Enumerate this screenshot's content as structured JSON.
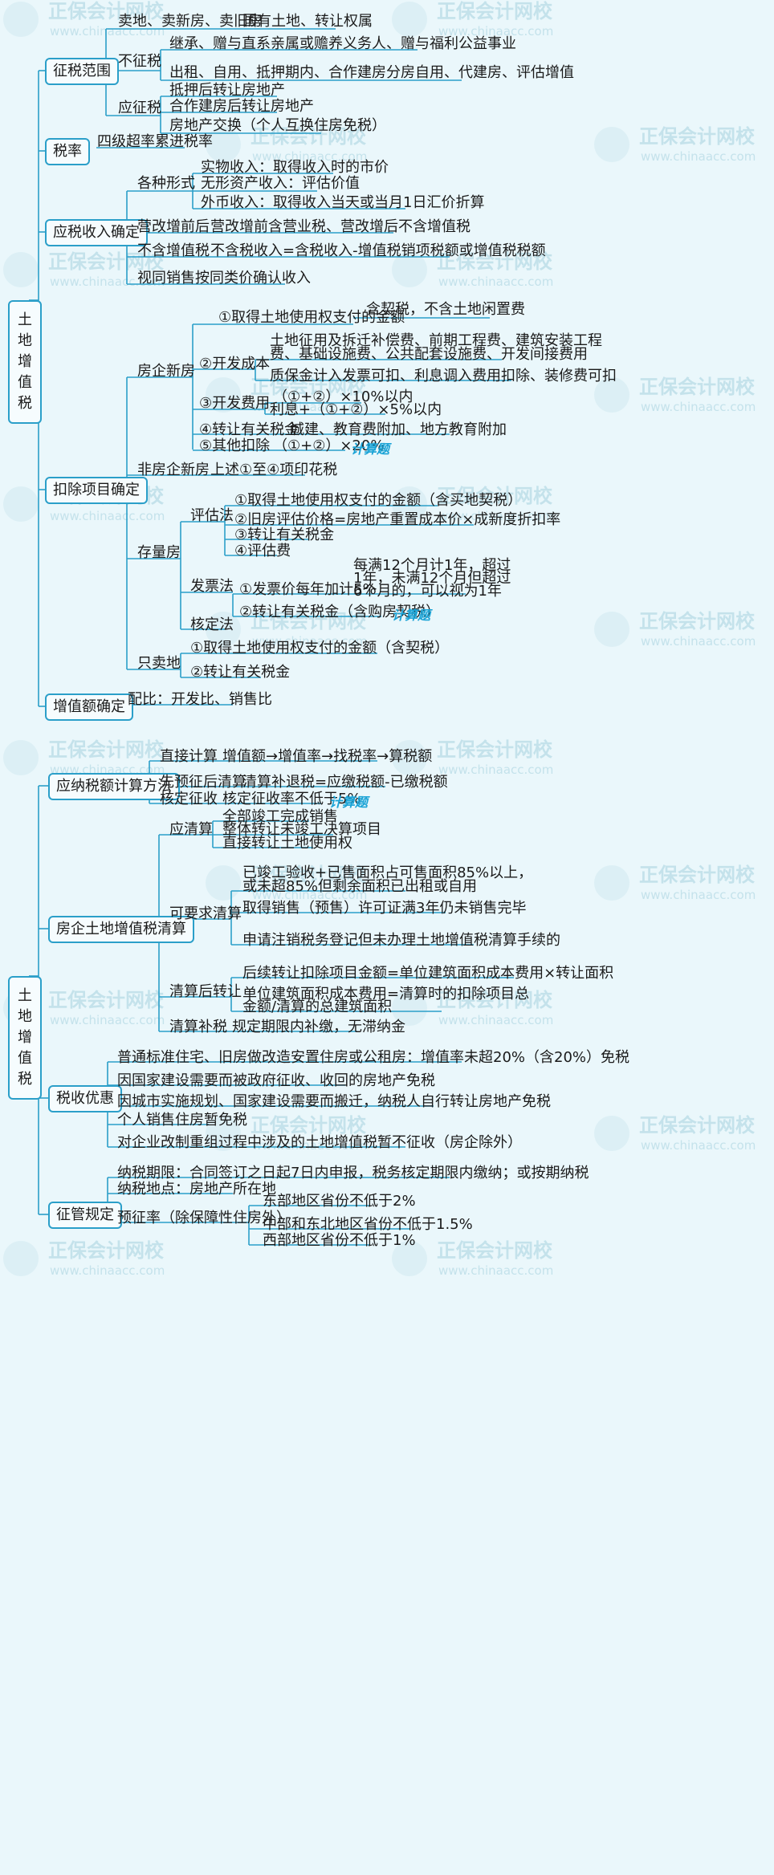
{
  "watermark": {
    "name": "正保会计网校",
    "url": "www.chinaacc.com"
  },
  "tags": {
    "calc": "计算题"
  },
  "part1": {
    "root": "土地增值税",
    "scope": {
      "label": "征税范围",
      "top": {
        "a": "卖地、卖新房、卖旧房",
        "b": "国有土地、转让权属"
      },
      "no_tax": {
        "label": "不征税",
        "items": [
          "继承、赠与直系亲属或赡养义务人、赠与福利公益事业",
          "出租、自用、抵押期内、合作建房分房自用、代建房、评估增值"
        ]
      },
      "tax": {
        "label": "应征税",
        "items": [
          "抵押后转让房地产",
          "合作建房后转让房地产",
          "房地产交换（个人互换住房免税）"
        ]
      }
    },
    "rate": {
      "label": "税率",
      "value": "四级超率累进税率"
    },
    "income": {
      "label": "应税收入确定",
      "forms": {
        "label": "各种形式",
        "items": [
          "实物收入：取得收入时的市价",
          "无形资产收入：评估价值",
          "外币收入：取得收入当天或当月1日汇价折算"
        ]
      },
      "vat_change": {
        "label": "营改增前后",
        "value": "营改增前含营业税、营改增后不含增值税"
      },
      "no_vat": {
        "label": "不含增值税",
        "value": "不含税收入=含税收入-增值税销项税额或增值税税额"
      },
      "deemed": "视同销售按同类价确认收入"
    },
    "deduct": {
      "label": "扣除项目确定",
      "new_dev": {
        "label": "房企新房",
        "land": {
          "label": "①取得土地使用权支付的金额",
          "note": "含契税，不含土地闲置费"
        },
        "cost": {
          "label": "②开发成本",
          "line1": "土地征用及拆迁补偿费、前期工程费、建筑安装工程",
          "line2": "费、基础设施费、公共配套设施费、开发间接费用",
          "line3": "质保金计入发票可扣、利息调入费用扣除、装修费可扣"
        },
        "fee": {
          "label": "③开发费用",
          "a": "（①+②）×10%以内",
          "b": "利息+（①+②）×5%以内"
        },
        "tax": {
          "label": "④转让有关税金",
          "value": "城建、教育费附加、地方教育附加"
        },
        "other": {
          "label": "⑤其他扣除",
          "value": "（①+②）×20%"
        }
      },
      "non_dev": {
        "label": "非房企新房",
        "value": "上述①至④项印花税"
      },
      "stock": {
        "label": "存量房",
        "eval": {
          "label": "评估法",
          "items": [
            "①取得土地使用权支付的金额（含买地契税）",
            "②旧房评估价格=房地产重置成本价×成新度折扣率",
            "③转让有关税金",
            "④评估费"
          ]
        },
        "invoice": {
          "label": "发票法",
          "a": "①发票价每年加计5%",
          "note": [
            "每满12个月计1年，超过",
            "1年，未满12个月但超过",
            "6个月的，可以视为1年"
          ],
          "b": "②转让有关税金（含购房契税）"
        },
        "assess": {
          "label": "核定法"
        }
      },
      "land_only": {
        "label": "只卖地",
        "items": [
          "①取得土地使用权支付的金额（含契税）",
          "②转让有关税金"
        ]
      }
    },
    "increment": {
      "label": "增值额确定",
      "value": "配比：开发比、销售比"
    }
  },
  "part2": {
    "root": "土地增值税",
    "calc": {
      "label": "应纳税额计算方法",
      "direct": {
        "label": "直接计算",
        "value": "增值额→增值率→找税率→算税额"
      },
      "prepay": {
        "label": "先预征后清算",
        "value": "清算补退税=应缴税额-已缴税额"
      },
      "assess": {
        "label": "核定征收",
        "value": "核定征收率不低于5%"
      }
    },
    "settle": {
      "label": "房企土地增值税清算",
      "must": {
        "label": "应清算",
        "items": [
          "全部竣工完成销售",
          "整体转让未竣工决算项目",
          "直接转让土地使用权"
        ]
      },
      "may": {
        "label": "可要求清算",
        "a1": "已竣工验收+已售面积占可售面积85%以上，",
        "a2": "或未超85%但剩余面积已出租或自用",
        "b": "取得销售（预售）许可证满3年仍未销售完毕",
        "c": "申请注销税务登记但未办理土地增值税清算手续的"
      },
      "after": {
        "label": "清算后转让",
        "a": "后续转让扣除项目金额=单位建筑面积成本费用×转让面积",
        "b1": "单位建筑面积成本费用=清算时的扣除项目总",
        "b2": "金额/清算的总建筑面积"
      },
      "supplement": {
        "label": "清算补税",
        "value": "规定期限内补缴，无滞纳金"
      }
    },
    "relief": {
      "label": "税收优惠",
      "items": [
        "普通标准住宅、旧房做改造安置住房或公租房：增值率未超20%（含20%）免税",
        "因国家建设需要而被政府征收、收回的房地产免税",
        "因城市实施规划、国家建设需要而搬迁，纳税人自行转让房地产免税",
        "个人销售住房暂免税",
        "对企业改制重组过程中涉及的土地增值税暂不征收（房企除外）"
      ]
    },
    "admin": {
      "label": "征管规定",
      "period": "纳税期限：合同签订之日起7日内申报，税务核定期限内缴纳；或按期纳税",
      "place": "纳税地点：房地产所在地",
      "prerate": {
        "label": "预征率（除保障性住房外）",
        "items": [
          "东部地区省份不低于2%",
          "中部和东北地区省份不低于1.5%",
          "西部地区省份不低于1%"
        ]
      }
    }
  }
}
